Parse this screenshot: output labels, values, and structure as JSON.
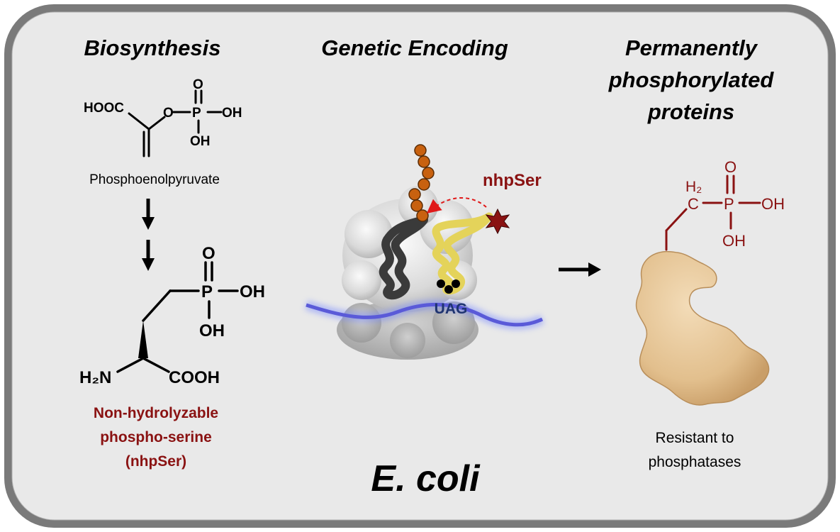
{
  "headers": {
    "biosynthesis": "Biosynthesis",
    "genetic_encoding": "Genetic Encoding",
    "permanent_line1": "Permanently",
    "permanent_line2": "phosphorylated",
    "permanent_line3": "proteins"
  },
  "pep": {
    "hooc": "HOOC",
    "o": "O",
    "p": "P",
    "oh": "OH",
    "o_top": "O",
    "oh_bottom": "OH",
    "name": "Phosphoenolpyruvate"
  },
  "nhpser": {
    "o_top": "O",
    "p": "P",
    "oh_right": "OH",
    "oh_bottom": "OH",
    "h2n": "H₂N",
    "cooh": "COOH",
    "name_line1": "Non-hydrolyzable",
    "name_line2": "phospho-serine",
    "name_line3": "(nhpSer)"
  },
  "encoding": {
    "nhpser_label": "nhpSer",
    "codon": "UAG"
  },
  "product": {
    "h2": "H₂",
    "c": "C",
    "p": "P",
    "o_top": "O",
    "oh_right": "OH",
    "oh_bottom": "OH",
    "caption_line1": "Resistant to",
    "caption_line2": "phosphatases"
  },
  "organism": "E. coli",
  "colors": {
    "panel_bg": "#e9e9e9",
    "border": "#6d6d6d",
    "accent_red": "#8a1212",
    "trna_orange": "#c8610f",
    "trna_yellow": "#e4d35a",
    "trna_dark": "#3a3a3a",
    "mrna_blue": "#5a5ad8",
    "codon_navy": "#1f3470",
    "protein_tan": "#e7c79b"
  }
}
